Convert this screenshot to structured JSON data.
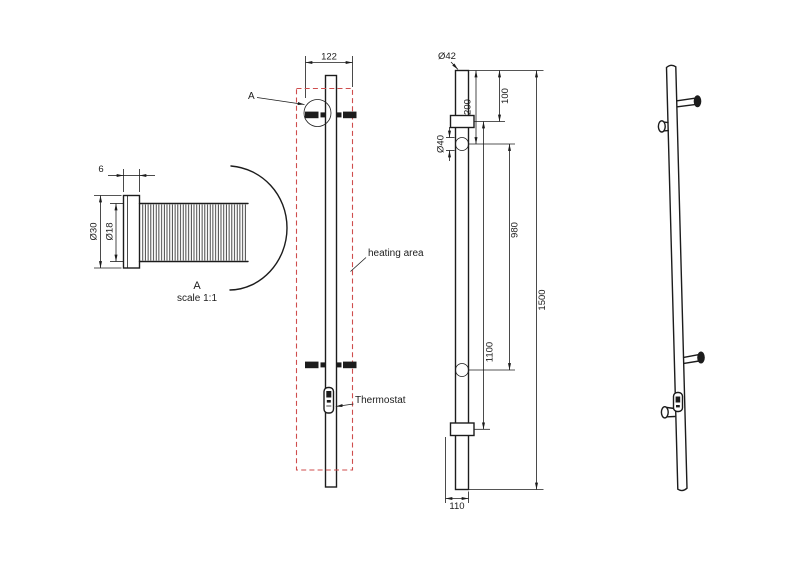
{
  "page": {
    "background": "#ffffff"
  },
  "drawing": {
    "line_color": "#1c1c1c",
    "accent_red": "#cf4d4d",
    "views": {
      "detail": {
        "dim_width": "6",
        "dim_outer": "Ø30",
        "dim_inner": "Ø18",
        "label": "A",
        "scale": "scale 1:1"
      },
      "front": {
        "dim_width": "122",
        "detail_callout": "A",
        "heating_area": "heating area",
        "thermostat": "Thermostat"
      },
      "side": {
        "dim_diameter_tube": "Ø42",
        "dim_top_to_bracket": "100",
        "dim_top_to_hook": "200",
        "dim_hook_diameter": "Ø40",
        "dim_hook_span": "980",
        "dim_bracket_span": "1100",
        "dim_total_height": "1500",
        "dim_depth": "110"
      }
    }
  }
}
